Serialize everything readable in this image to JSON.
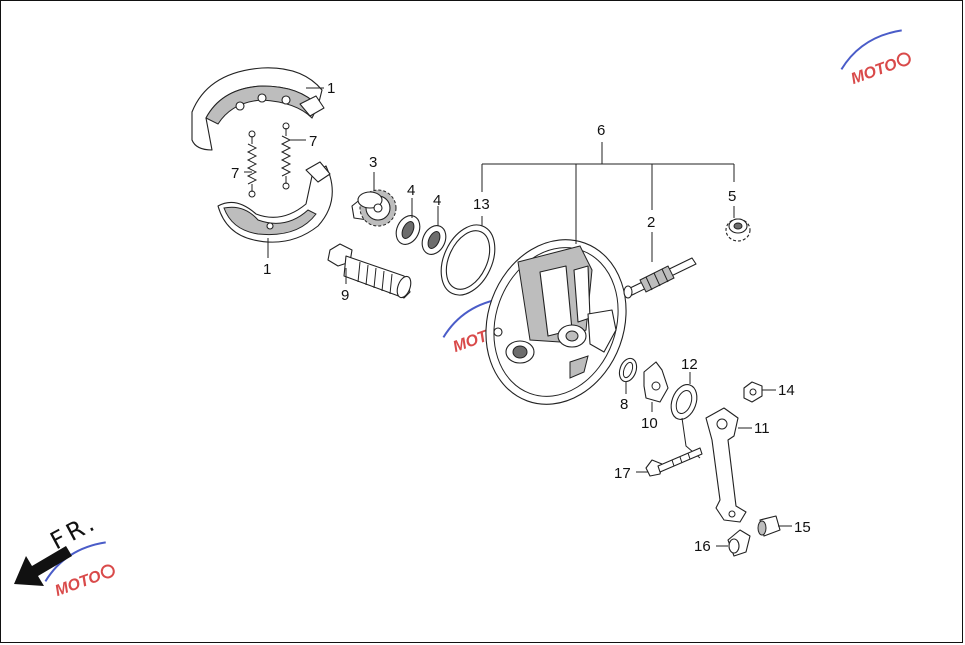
{
  "callouts": [
    {
      "id": "c1a",
      "label": "1"
    },
    {
      "id": "c1b",
      "label": "1"
    },
    {
      "id": "c7a",
      "label": "7"
    },
    {
      "id": "c7b",
      "label": "7"
    },
    {
      "id": "c3",
      "label": "3"
    },
    {
      "id": "c4a",
      "label": "4"
    },
    {
      "id": "c4b",
      "label": "4"
    },
    {
      "id": "c13",
      "label": "13"
    },
    {
      "id": "c6",
      "label": "6"
    },
    {
      "id": "c2",
      "label": "2"
    },
    {
      "id": "c5",
      "label": "5"
    },
    {
      "id": "c9",
      "label": "9"
    },
    {
      "id": "c8",
      "label": "8"
    },
    {
      "id": "c10",
      "label": "10"
    },
    {
      "id": "c12",
      "label": "12"
    },
    {
      "id": "c14",
      "label": "14"
    },
    {
      "id": "c11",
      "label": "11"
    },
    {
      "id": "c17",
      "label": "17"
    },
    {
      "id": "c15",
      "label": "15"
    },
    {
      "id": "c16",
      "label": "16"
    }
  ],
  "direction_label": "FR.",
  "watermark_text": "MOTO",
  "colors": {
    "line": "#222222",
    "watermark_red": "#d94a4a",
    "watermark_blue": "#4a5cc8"
  }
}
